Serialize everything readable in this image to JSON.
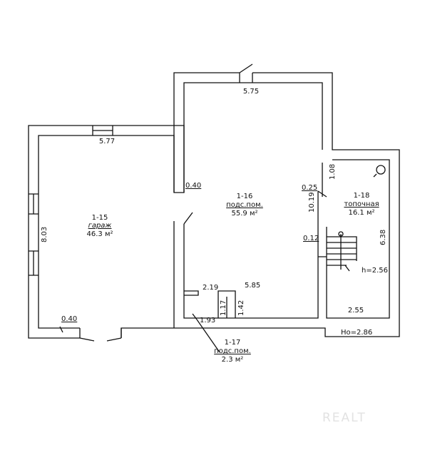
{
  "rooms": [
    {
      "number": "1-15",
      "name": "гараж",
      "area": "46.3 м²"
    },
    {
      "number": "1-16",
      "name": "подс.пом.",
      "area": "55.9 м²"
    },
    {
      "number": "1-17",
      "name": "подс.пом.",
      "area": "2.3 м²"
    },
    {
      "number": "1-18",
      "name": "топочная",
      "area": "16.1 м²"
    }
  ],
  "dimensions": {
    "d575": "5.75",
    "d577": "5.77",
    "d803": "8.03",
    "d040_top": "0.40",
    "d040_bottom": "0.40",
    "d025": "0.25",
    "d1019": "10.19",
    "d108": "1.08",
    "d638": "6.38",
    "d012": "0.12",
    "d219": "2.19",
    "d585": "5.85",
    "d193": "1.93",
    "d117": "1.17",
    "d142": "1.42",
    "d255": "2.55"
  },
  "heights": {
    "boiler_room": "h=2.56",
    "floor": "Hо=2.86"
  },
  "watermark": "REALT"
}
